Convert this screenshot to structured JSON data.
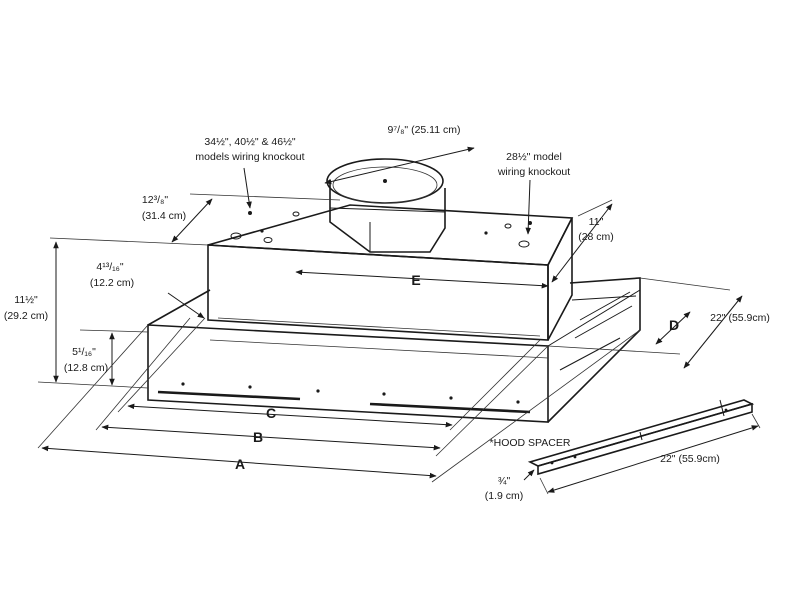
{
  "labels": {
    "wiring_multi_line1": "34½\", 40½\" & 46½\"",
    "wiring_multi_line2": "models wiring knockout",
    "wiring_single_line1": "28½\" model",
    "wiring_single_line2": "wiring knockout",
    "duct_diameter": "9⁷/₈\" (25.11 cm)",
    "depth_top_in": "12³/₈\"",
    "depth_top_cm": "(31.4 cm)",
    "right_11_in": "11\"",
    "right_11_cm": "(28 cm)",
    "left_413_in": "4¹³/₁₆\"",
    "left_413_cm": "(12.2 cm)",
    "height_in": "11½\"",
    "height_cm": "(29.2 cm)",
    "lower_in": "5¹/₁₆\"",
    "lower_cm": "(12.8 cm)",
    "depth_22": "22\" (55.9cm)",
    "letter_a": "A",
    "letter_b": "B",
    "letter_c": "C",
    "letter_d": "D",
    "letter_e": "E",
    "spacer_title": "*HOOD SPACER",
    "spacer_length": "22\" (55.9cm)",
    "spacer_thick_in": "¾\"",
    "spacer_thick_cm": "(1.9 cm)"
  }
}
